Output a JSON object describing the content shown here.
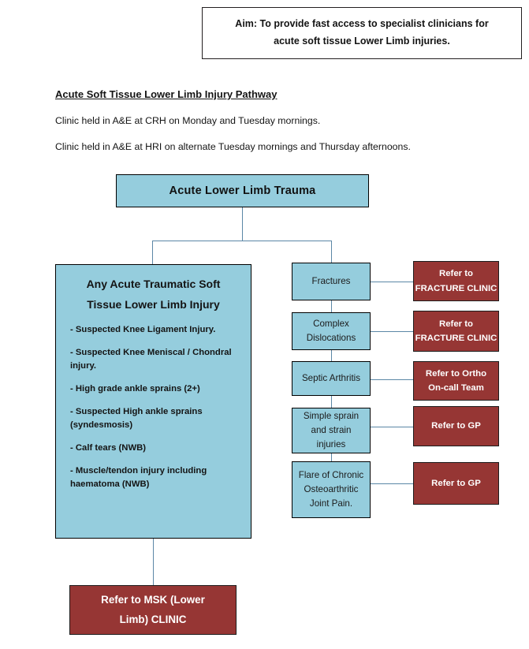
{
  "aim": {
    "line1": "Aim: To provide fast access to specialist clinicians for",
    "line2": "acute soft tissue Lower Limb injuries."
  },
  "heading": {
    "title": "Acute Soft Tissue Lower Limb Injury Pathway",
    "clinic_crh": "Clinic held in A&E at CRH on Monday and Tuesday mornings.",
    "clinic_hri": "Clinic held in A&E at HRI on alternate Tuesday mornings and Thursday afternoons."
  },
  "flow": {
    "root": {
      "label": "Acute Lower Limb Trauma"
    },
    "criteria": {
      "heading_line1": "Any Acute Traumatic Soft",
      "heading_line2": "Tissue Lower Limb Injury",
      "items": [
        "- Suspected Knee Ligament Injury.",
        "- Suspected Knee Meniscal / Chondral injury.",
        "- High grade ankle sprains (2+)",
        "- Suspected High ankle sprains (syndesmosis)",
        "- Calf tears (NWB)",
        "- Muscle/tendon injury including haematoma (NWB)"
      ]
    },
    "branches": [
      {
        "condition": "Fractures",
        "action": "Refer to\nFRACTURE CLINIC"
      },
      {
        "condition": "Complex\nDislocations",
        "action": "Refer to\nFRACTURE CLINIC"
      },
      {
        "condition": "Septic Arthritis",
        "action": "Refer to Ortho\nOn-call Team"
      },
      {
        "condition": "Simple sprain\nand strain\ninjuries",
        "action": "Refer to GP"
      },
      {
        "condition": "Flare of Chronic\nOsteoarthritic\nJoint Pain.",
        "action": "Refer to GP"
      }
    ],
    "outcome": {
      "line1": "Refer to MSK (Lower",
      "line2": "Limb) CLINIC"
    }
  },
  "colors": {
    "blue_fill": "#95cddd",
    "red_fill": "#963634",
    "connector": "#5b87a6",
    "box_border": "#000000",
    "text": "#141414",
    "red_text": "#ffffff",
    "background": "#ffffff"
  }
}
